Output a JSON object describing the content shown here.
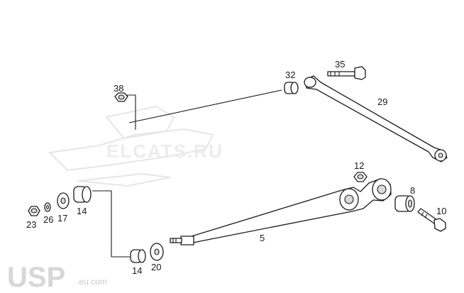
{
  "diagram": {
    "labels": [
      "38",
      "32",
      "35",
      "29",
      "12",
      "8",
      "10",
      "5",
      "23",
      "26",
      "17",
      "14",
      "14",
      "20"
    ]
  },
  "watermark": {
    "text": "ELCATS.RU"
  },
  "logo": {
    "brand": "USP",
    "domain": ".eu.com"
  }
}
